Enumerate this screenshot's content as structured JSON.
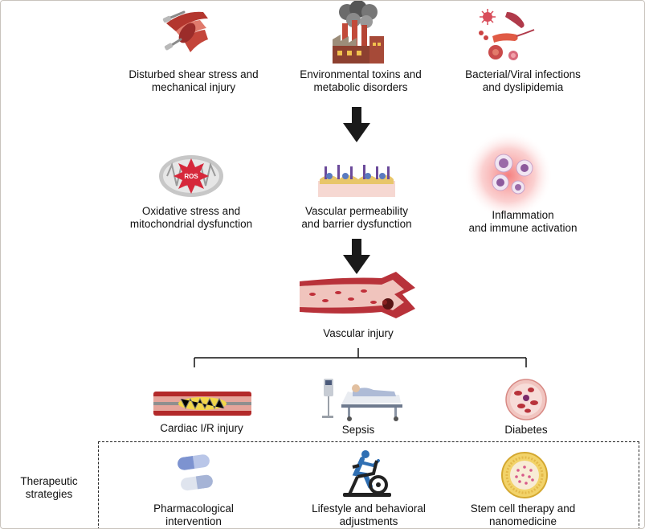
{
  "causes": [
    {
      "label": "Disturbed shear stress and\nmechanical injury",
      "icon": "artery-clamp-icon"
    },
    {
      "label": "Environmental toxins and\nmetabolic disorders",
      "icon": "factory-smoke-icon"
    },
    {
      "label": "Bacterial/Viral infections\nand dyslipidemia",
      "icon": "pathogens-icon"
    }
  ],
  "mechanisms": [
    {
      "label": "Oxidative stress and\nmitochondrial dysfunction",
      "icon": "mitochondria-ros-icon",
      "badge": "ROS"
    },
    {
      "label": "Vascular permeability\nand barrier dysfunction",
      "icon": "endothelium-icon"
    },
    {
      "label": "Inflammation\nand immune activation",
      "icon": "immune-cells-icon"
    }
  ],
  "central": {
    "label": "Vascular injury",
    "icon": "injured-vessel-icon"
  },
  "diseases": [
    {
      "label": "Cardiac I/R injury",
      "icon": "stented-artery-icon"
    },
    {
      "label": "Sepsis",
      "icon": "hospital-bed-icon"
    },
    {
      "label": "Diabetes",
      "icon": "blood-cells-icon"
    }
  ],
  "therapy": {
    "title": "Therapeutic\nstrategies",
    "items": [
      {
        "label": "Pharmacological\nintervention",
        "icon": "capsules-icon"
      },
      {
        "label": "Lifestyle and behavioral\nadjustments",
        "icon": "exercise-bike-icon"
      },
      {
        "label": "Stem cell therapy and\nnanomedicine",
        "icon": "nanoparticle-icon"
      }
    ]
  },
  "colors": {
    "arrow": "#1a1a1a",
    "vessel": "#c0303a",
    "vessel_light": "#e9a5a1",
    "box_border": "#222222",
    "frame_border": "#c9c3bd"
  }
}
